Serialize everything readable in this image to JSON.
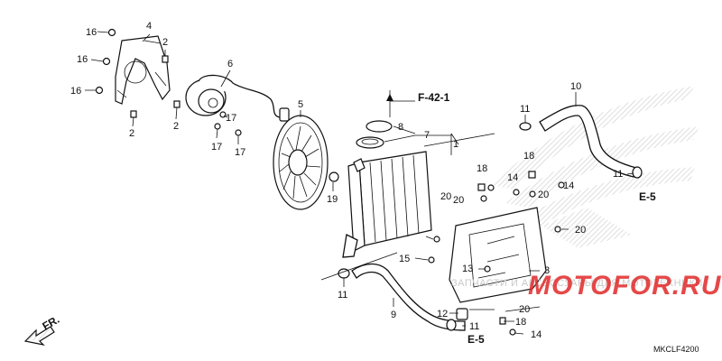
{
  "diagram": {
    "code": "MKCLF4200",
    "front_indicator": "FR.",
    "refs": {
      "frame": "F-42-1",
      "engine": "E-5"
    },
    "labels": [
      "1",
      "2",
      "3",
      "4",
      "5",
      "6",
      "7",
      "8",
      "9",
      "10",
      "11",
      "12",
      "13",
      "14",
      "15",
      "16",
      "17",
      "18",
      "19",
      "20"
    ]
  },
  "watermark": {
    "text": "ЗАПЧАСТИ И АКСЕССУАРЫ ДЛЯ МОТОТЕХНИКИ",
    "logo": "MOTOFOR.RU"
  },
  "colors": {
    "line": "#111111",
    "watermark_text": "#c9c9c9",
    "logo": "#e12828",
    "bg_pattern": "#d8d8d8"
  }
}
